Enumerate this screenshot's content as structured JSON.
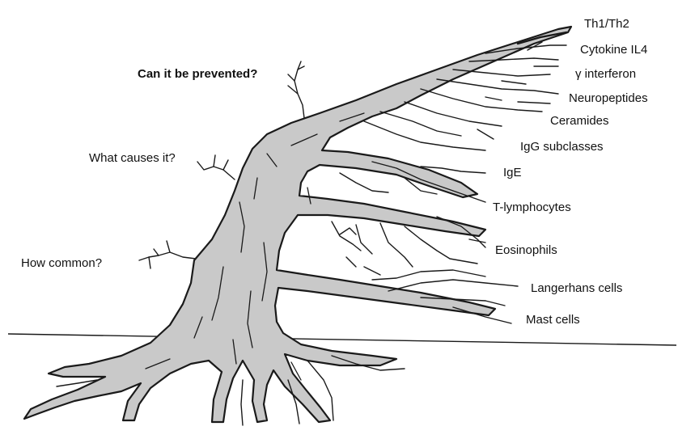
{
  "diagram": {
    "questions": {
      "prevented": "Can it be prevented?",
      "causes": "What causes it?",
      "common": "How common?"
    },
    "branches": [
      "Th1/Th2",
      "Cytokine IL4",
      "γ interferon",
      "Neuropeptides",
      "Ceramides",
      "IgG subclasses",
      "IgE",
      "T-lymphocytes",
      "Eosinophils",
      "Langerhans cells",
      "Mast cells"
    ],
    "colors": {
      "trunk_fill": "#c9c9c9",
      "outline": "#1a1a1a",
      "background": "#ffffff"
    }
  }
}
